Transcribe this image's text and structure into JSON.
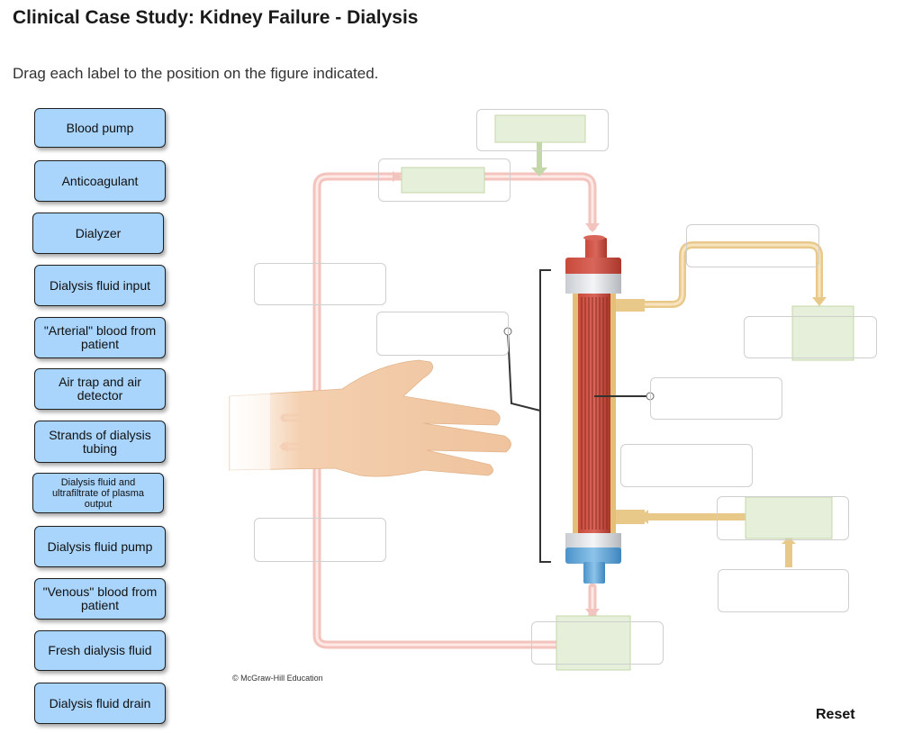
{
  "page": {
    "title": "Clinical Case Study: Kidney Failure - Dialysis",
    "instructions": "Drag each label to the position on the figure indicated.",
    "credit": "© McGraw-Hill Education",
    "reset_label": "Reset"
  },
  "labels": [
    "Blood pump",
    "Anticoagulant",
    "Dialyzer",
    "Dialysis fluid input",
    "\"Arterial\" blood from patient",
    "Air trap and air detector",
    "Strands of dialysis tubing",
    "Dialysis fluid and ultrafiltrate of plasma output",
    "Dialysis fluid pump",
    "\"Venous\" blood from patient",
    "Fresh dialysis fluid",
    "Dialysis fluid drain"
  ],
  "colors": {
    "label_fill": "#a9d4fb",
    "blood_tube": "#f3c3bd",
    "fluid_tube": "#e9c98a",
    "green_target": "#e6efd9",
    "dialyzer_red": "#b83a2e",
    "cap_blue": "#5ea5d8"
  }
}
